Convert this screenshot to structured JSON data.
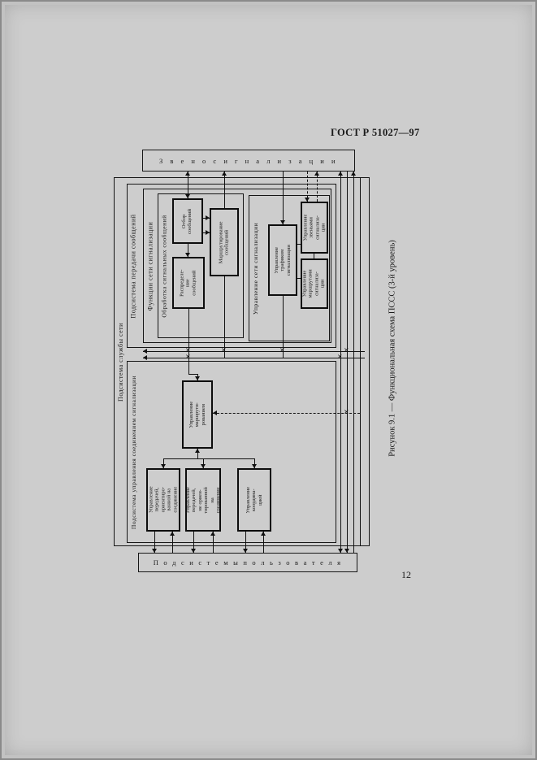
{
  "page": {
    "header": "ГОСТ Р 51027—97",
    "page_number": "12",
    "figure_caption": "Рисунок 9.1 — Функциональная схема ПССС (3-й уровень)"
  },
  "diagram": {
    "signaling_link_bar": "З в е н о   с и г н а л и з а ц и и",
    "user_parts_bar": "П о д с и с т е м ы   п о л ь з о в а т е л я",
    "network_service": "Подсистема службы сети",
    "mtp": {
      "label": "Подсистема передачи сообщений",
      "network_functions": "Функции сети сигнализации",
      "message_handling": {
        "label": "Обработка сигнальных сообщений",
        "discrimination": "Отбор\nсообщений",
        "distribution": "Распределе-\nние\nсообщений",
        "routing": "Маршрутирование\nсообщений"
      },
      "network_management": {
        "label": "Управление сети сигнализации",
        "traffic": "Управление\nтрафиком\nсигнализации",
        "links": "Управление\nзвеньями\nсигнализа-\nции",
        "routes": "Управление\nмаршрутами\nсигнализа-\nции"
      }
    },
    "sccp": {
      "label": "Подсистема управления соединением сигнализации",
      "routing_control": "Управление\nмаршрути-\nрованием",
      "connection_oriented": "Управление\nпередачей,\nориентиро-\nванной на\nсоединение",
      "connectionless": "Управление\nпередачей,\nне ориен-\nтированной\nна\nсоединение",
      "coordination": "Управление\nкоордина-\nцией"
    }
  }
}
